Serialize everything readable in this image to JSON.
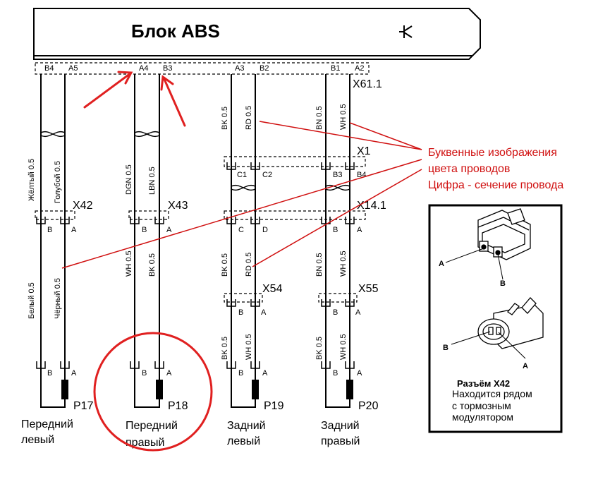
{
  "block": {
    "title": "Блок ABS"
  },
  "top_connector": {
    "name": "X61.1",
    "pins": [
      "B4",
      "A5",
      "A4",
      "B3",
      "A3",
      "B2",
      "B1",
      "A2"
    ]
  },
  "wires": {
    "p17_b": "Жёлтый 0.5",
    "p17_a": "Голубой 0.5",
    "p18_b": "DGN 0.5",
    "p18_a": "LBN 0.5",
    "p19_b": "BK 0.5",
    "p19_a": "RD 0.5",
    "p20_b": "BN 0.5",
    "p20_a": "WH 0.5"
  },
  "x1": {
    "name": "X1",
    "pins": [
      "C1",
      "C2",
      "B3",
      "B4"
    ]
  },
  "x42": {
    "name": "X42",
    "pins": [
      "B",
      "A"
    ]
  },
  "x43": {
    "name": "X43",
    "pins": [
      "B",
      "A"
    ]
  },
  "x14": {
    "name": "X14.1",
    "pins": [
      "C",
      "D",
      "B",
      "A"
    ]
  },
  "mid_wires": {
    "p17_b": "Белый 0.5",
    "p17_a": "Чёрный 0.5",
    "p18_b": "WH 0.5",
    "p18_a": "BK 0.5",
    "p19_b": "BK 0.5",
    "p19_a": "RD 0.5",
    "p20_b": "BN 0.5",
    "p20_a": "WH 0.5"
  },
  "x54": {
    "name": "X54",
    "pins": [
      "B",
      "A"
    ]
  },
  "x55": {
    "name": "X55",
    "pins": [
      "B",
      "A"
    ]
  },
  "low_wires": {
    "p19_b": "BK 0.5",
    "p19_a": "WH 0.5",
    "p20_b": "BK 0.5",
    "p20_a": "WH 0.5"
  },
  "sensor_pins": {
    "b": "B",
    "a": "A"
  },
  "sensors": [
    {
      "id": "P17",
      "line1": "Передний",
      "line2": "левый"
    },
    {
      "id": "P18",
      "line1": "Передний",
      "line2": "правый"
    },
    {
      "id": "P19",
      "line1": "Задний",
      "line2": "левый"
    },
    {
      "id": "P20",
      "line1": "Задний",
      "line2": "правый"
    }
  ],
  "annotation": {
    "line1": "Буквенные изображения",
    "line2": "цвета проводов",
    "line3": "Цифра - сечение провода",
    "color": "#d01010"
  },
  "inset": {
    "title": "Разъём X42",
    "line1": "Находится рядом",
    "line2": "с тормозным",
    "line3": "модулятором",
    "top_pin_a": "A",
    "top_pin_b": "B",
    "bottom_pin_b": "B",
    "bottom_pin_a": "A"
  }
}
